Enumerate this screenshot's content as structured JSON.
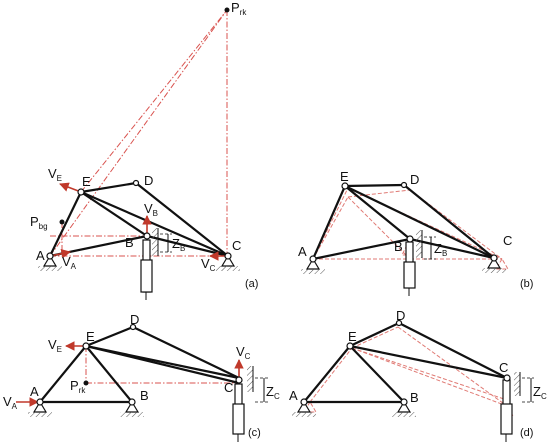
{
  "colors": {
    "member": "#111111",
    "construction": "#d9534f",
    "ghost": "#e07a74",
    "velocity": "#c0392b"
  },
  "panels": {
    "a": {
      "tag": "(a)",
      "joints": {
        "A": "A",
        "B": "B",
        "C": "C",
        "D": "D",
        "E": "E"
      },
      "vectors": {
        "VE": [
          "V",
          "E"
        ],
        "VB": [
          "V",
          "B"
        ],
        "VA": [
          "V",
          "A"
        ],
        "VC": [
          "V",
          "C"
        ]
      },
      "poles": {
        "Prk": [
          "P",
          "rk"
        ],
        "Pbg": [
          "P",
          "bg"
        ]
      },
      "dim": [
        "Z",
        "B"
      ]
    },
    "b": {
      "tag": "(b)",
      "joints": {
        "A": "A",
        "B": "B",
        "C": "C",
        "D": "D",
        "E": "E"
      },
      "dim": [
        "Z",
        "B"
      ]
    },
    "c": {
      "tag": "(c)",
      "joints": {
        "A": "A",
        "B": "B",
        "C": "C",
        "D": "D",
        "E": "E"
      },
      "vectors": {
        "VE": [
          "V",
          "E"
        ],
        "VA": [
          "V",
          "A"
        ],
        "VC": [
          "V",
          "C"
        ]
      },
      "poles": {
        "Prk": [
          "P",
          "rk"
        ]
      },
      "dim": [
        "Z",
        "C"
      ]
    },
    "d": {
      "tag": "(d)",
      "joints": {
        "A": "A",
        "B": "B",
        "C": "C",
        "D": "D",
        "E": "E"
      },
      "dim": [
        "Z",
        "C"
      ]
    }
  }
}
